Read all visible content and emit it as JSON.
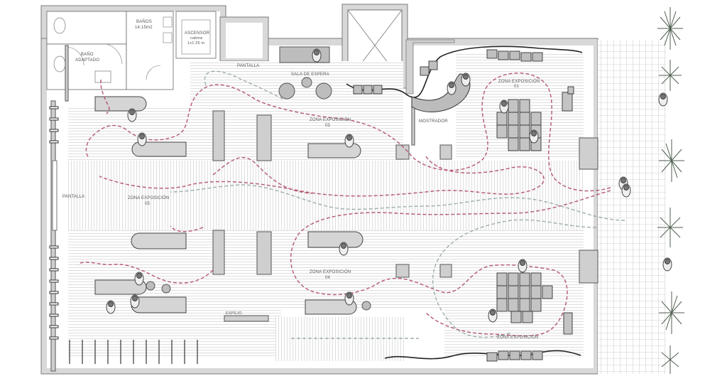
{
  "labels": {
    "banos": "BAÑOS",
    "banos_area": "14.15m2",
    "ascensor": "ASCENSOR",
    "cabina": "cabina",
    "cabina_size": "1x1.25 m",
    "bano_adaptado_1": "BAÑO",
    "bano_adaptado_2": "ADAPTADO",
    "pantalla_top": "PANTALLA",
    "sala_espera": "SALA DE ESPERA",
    "mostrador": "MOSTRADOR",
    "zona_01_a": "ZONA EXPOSICIÓN",
    "zona_01_b": "01",
    "zona_03_a": "ZONA EXPOSICIÓN",
    "zona_03_b": "03",
    "zona_05_a": "ZONA EXPOSICIÓN",
    "zona_05_b": "05",
    "zona_04_a": "ZONA EXPOSICIÓN",
    "zona_04_b": "04",
    "zona_02": "ZONA EXPOSICIÓN",
    "pantalla_left": "PANTALLA",
    "espejo": "ESPEJO"
  },
  "colors": {
    "wall_fill": "#cfcfcf",
    "path_red": "#b0506a",
    "path_grey": "#8fa0a0",
    "furniture": "#bdbdbd",
    "plants": "#4f5f4f"
  }
}
